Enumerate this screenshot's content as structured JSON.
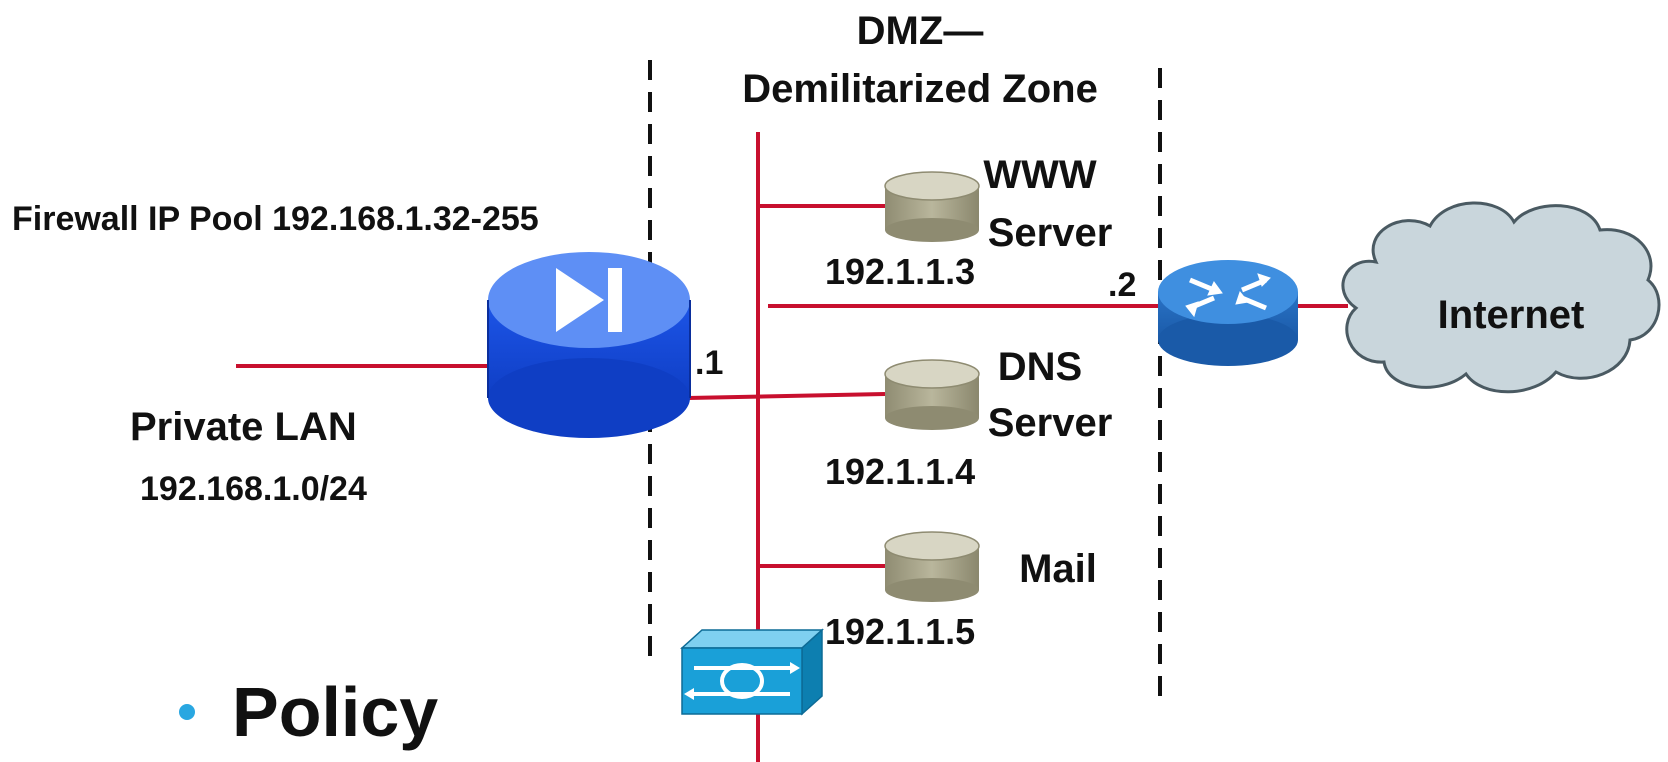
{
  "dmz": {
    "title_line1": "DMZ—",
    "title_line2": "Demilitarized Zone"
  },
  "firewall": {
    "pool_label": "Firewall IP Pool 192.168.1.32-255",
    "interface_label": ".1"
  },
  "private_lan": {
    "name": "Private LAN",
    "subnet": "192.168.1.0/24"
  },
  "servers": [
    {
      "name_line1": "WWW",
      "name_line2": "Server",
      "ip": "192.1.1.3"
    },
    {
      "name_line1": "DNS",
      "name_line2": "Server",
      "ip": "192.1.1.4"
    },
    {
      "name_line1": "Mail",
      "name_line2": "",
      "ip": "192.1.1.5"
    }
  ],
  "router": {
    "interface_label": ".2"
  },
  "internet": {
    "label": "Internet"
  },
  "bullet": {
    "text": "Policy"
  },
  "colors": {
    "link": "#c8102e",
    "firewall_blue": "#1f5ff2",
    "firewall_top": "#5e8ff5",
    "router_blue": "#2c78c9",
    "server_body": "#a9a68c",
    "switch_blue": "#1aa0d8",
    "cloud_fill": "#c9d6dc",
    "bullet": "#29a7e1"
  }
}
